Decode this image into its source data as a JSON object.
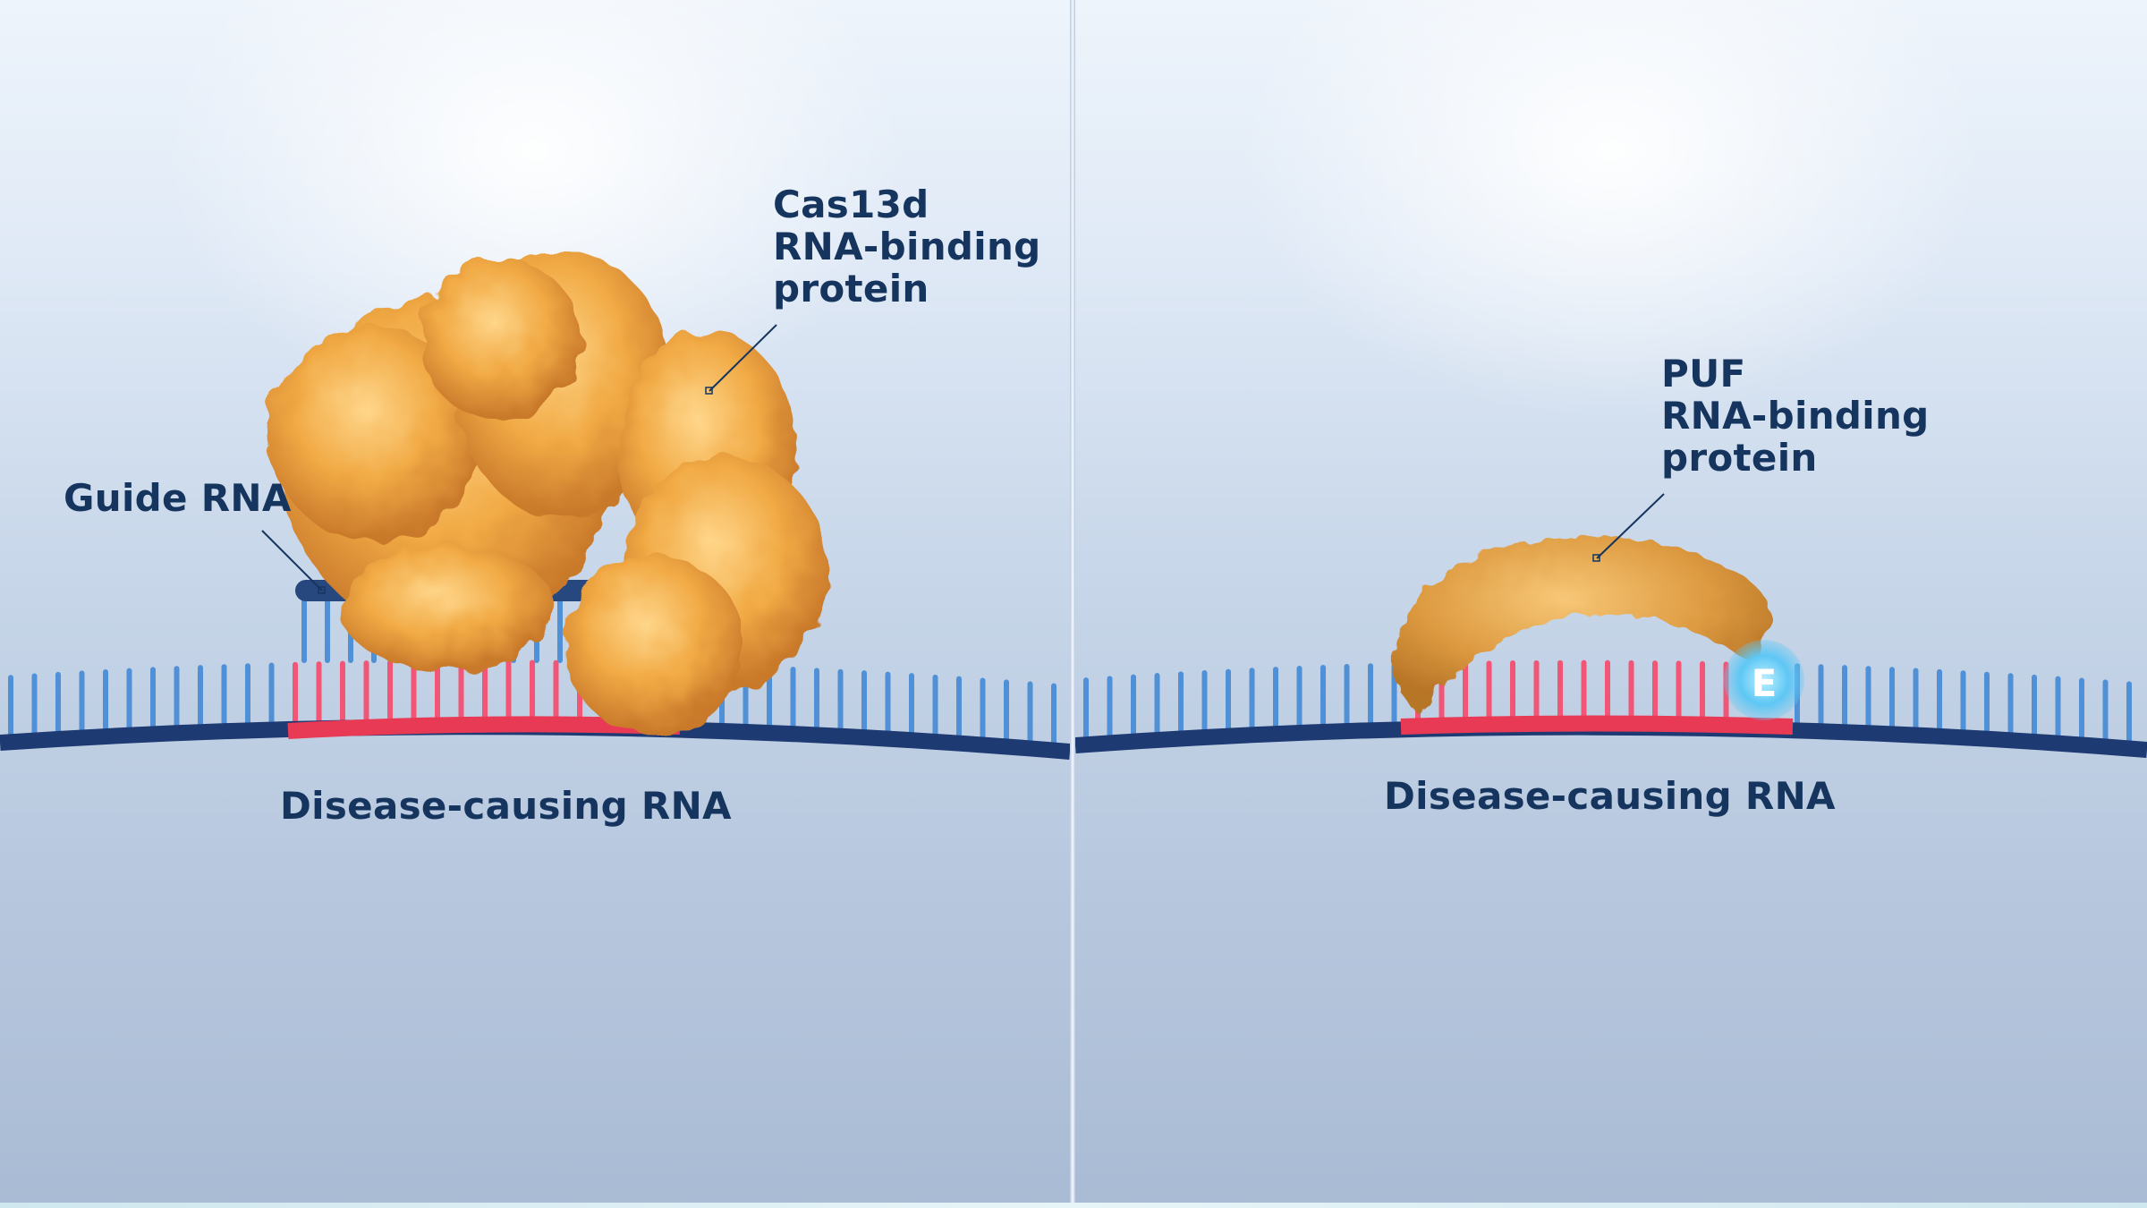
{
  "left_panel": {
    "protein_label": [
      "Cas13d",
      "RNA-binding",
      "protein"
    ],
    "guide_label": "Guide RNA",
    "rna_label": "Disease-causing RNA"
  },
  "right_panel": {
    "protein_label": [
      "PUF",
      "RNA-binding",
      "protein"
    ],
    "effector_letter": "E",
    "rna_label": "Disease-causing RNA"
  },
  "colors": {
    "backbone": "#1e3a73",
    "target_backbone": "#e83a55",
    "teeth": "#4f90d6",
    "target_teeth": "#f25576",
    "protein": "#f0a840",
    "label": "#16355e",
    "effector": "#5ec7f5"
  },
  "icons": {
    "cas13d": "protein-blob-icon",
    "puf": "protein-arc-icon",
    "effector": "effector-circle-icon"
  }
}
